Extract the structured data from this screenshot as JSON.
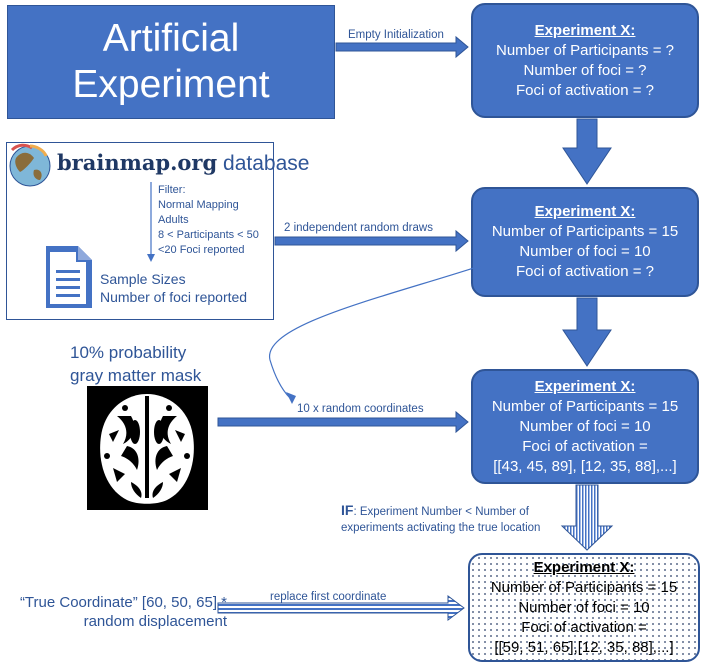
{
  "header": {
    "line1": "Artificial",
    "line2": "Experiment"
  },
  "arrows": {
    "empty_init": "Empty Initialization",
    "random_draws": "2 independent random draws",
    "random_coords": "10 x random coordinates",
    "replace": "replace first coordinate"
  },
  "experiments": [
    {
      "title": "Experiment X:",
      "lines": [
        "Number of Participants = ?",
        "Number of foci = ?",
        "Foci of activation = ?"
      ]
    },
    {
      "title": "Experiment X:",
      "lines": [
        "Number of Participants = 15",
        "Number of foci = 10",
        "Foci of activation = ?"
      ]
    },
    {
      "title": "Experiment X:",
      "lines": [
        "Number of Participants = 15",
        "Number of foci = 10",
        "Foci of activation =",
        "[[43, 45, 89], [12, 35, 88],...]"
      ]
    },
    {
      "title": "Experiment X:",
      "lines": [
        "Number of Participants = 15",
        "Number of foci = 10",
        "Foci of activation =",
        "[[59, 51, 65],[12, 35, 88],...]"
      ]
    }
  ],
  "brainmap": {
    "site": "brainmap.org",
    "database": "database",
    "filter": [
      "Filter:",
      "Normal Mapping",
      "Adults",
      "8 < Participants < 50",
      "<20 Foci reported"
    ],
    "samples": [
      "Sample Sizes",
      "Number of foci reported"
    ]
  },
  "mask": {
    "line1": "10% probability",
    "line2": "gray matter mask"
  },
  "condition": {
    "prefix": "IF",
    "line1": ": Experiment Number < Number of",
    "line2": "experiments activating the true location"
  },
  "true_coord": {
    "line1": "“True Coordinate” [60, 50, 65] *",
    "line2": "random displacement"
  },
  "colors": {
    "blue": "#4472c4",
    "dark_blue": "#2f5597"
  },
  "icons": [
    "globe-icon",
    "document-icon"
  ]
}
